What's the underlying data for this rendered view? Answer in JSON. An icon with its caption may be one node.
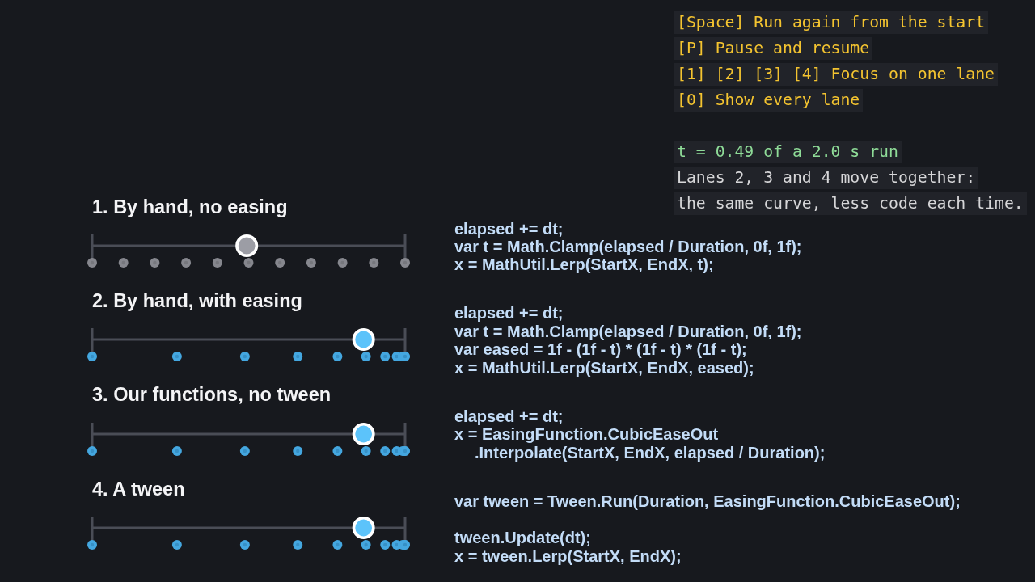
{
  "diagram": {
    "labels": [
      "[Space] Run again from the start",
      "[P] Pause and resume",
      "[1] [2] [3] [4] Focus on one lane",
      "[0] Show every lane",
      "t = 0.49 of a 2.0 s run",
      "Lanes 2, 3 and 4 move together:",
      "the same curve, less code each time.",
      "1. By hand, no easing",
      "elapsed += dt;",
      "var t = Math.Clamp(elapsed / Duration, 0f, 1f);",
      "x = MathUtil.Lerp(StartX, EndX, t);",
      "2. By hand, with easing",
      "elapsed += dt;",
      "var t = Math.Clamp(elapsed / Duration, 0f, 1f);",
      "var eased = 1f - (1f - t) * (1f - t) * (1f - t);",
      "x = MathUtil.Lerp(StartX, EndX, eased);",
      "3. Our functions, no tween",
      "elapsed += dt;",
      "x = EasingFunction.CubicEaseOut",
      ".Interpolate(StartX, EndX, elapsed / Duration);",
      "4. A tween",
      "var tween = Tween.Run(Duration, EasingFunction.CubicEaseOut);",
      "tween.Update(dt);",
      "x = tween.Lerp(StartX, EndX);"
    ]
  }
}
